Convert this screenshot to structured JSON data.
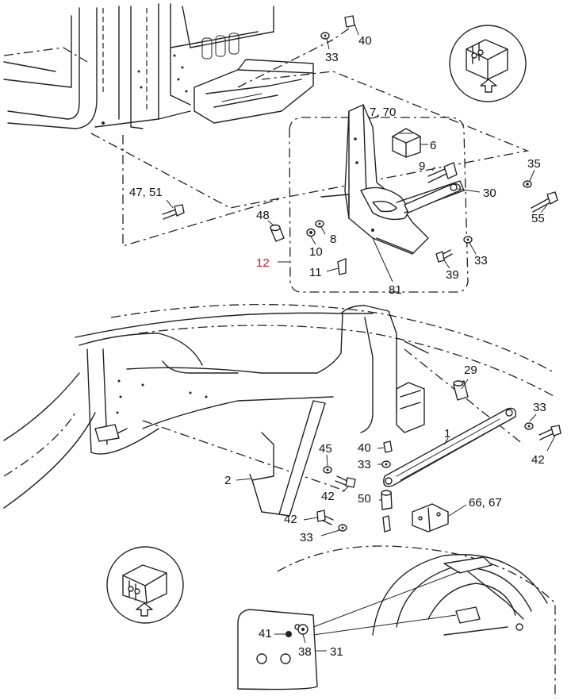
{
  "callouts": {
    "c40a": "40",
    "c33a": "33",
    "c770": "7, 70",
    "c6": "6",
    "c9": "9",
    "c35": "35",
    "c30": "30",
    "c4751": "47, 51",
    "c48": "48",
    "c8": "8",
    "c55": "55",
    "c10": "10",
    "c12": "12",
    "c33b": "33",
    "c11": "11",
    "c39": "39",
    "c81": "81",
    "c29": "29",
    "c33c": "33",
    "c1": "1",
    "c42a": "42",
    "c45": "45",
    "c40b": "40",
    "c33d": "33",
    "c2": "2",
    "c42b": "42",
    "c50": "50",
    "c6667": "66, 67",
    "c42c": "42",
    "c33e": "33",
    "c41": "41",
    "c38": "38",
    "c31": "31"
  },
  "colors": {
    "line": "#222222",
    "highlight": "#e0161d",
    "background": "#ffffff"
  },
  "icons": {
    "top_view": "vehicle-orientation-icon",
    "bottom_view": "vehicle-orientation-icon"
  }
}
